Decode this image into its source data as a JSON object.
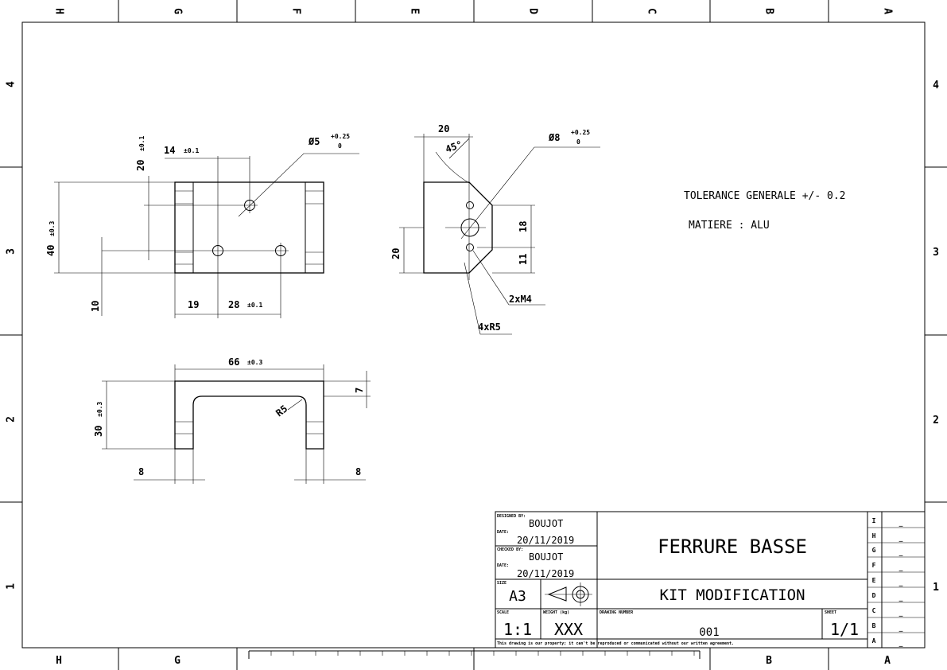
{
  "border": {
    "columns": [
      "H",
      "G",
      "F",
      "E",
      "D",
      "C",
      "B",
      "A"
    ],
    "rows": [
      "4",
      "3",
      "2",
      "1"
    ]
  },
  "notes": {
    "tolerance": "TOLERANCE GENERALE  +/- 0.2",
    "material": "MATIERE : ALU"
  },
  "views": {
    "top": {
      "d_14": "14",
      "d_14_tol": "±0.1",
      "d_20": "20",
      "d_20_tol": "±0.1",
      "d_40": "40",
      "d_40_tol": "±0.3",
      "d_10": "10",
      "d_19": "19",
      "d_28": "28",
      "d_28_tol": "±0.1",
      "hole": "Ø5",
      "hole_tol_up": "+0.25",
      "hole_tol_low": "0"
    },
    "side": {
      "d_20_top": "20",
      "angle": "45°",
      "hole": "Ø8",
      "hole_tol_up": "+0.25",
      "hole_tol_low": "0",
      "d_18": "18",
      "d_11": "11",
      "d_20_left": "20",
      "thread": "2xM4",
      "radius": "4xR5"
    },
    "front": {
      "d_66": "66",
      "d_66_tol": "±0.3",
      "d_30": "30",
      "d_30_tol": "±0.3",
      "d_7": "7",
      "radius": "R5",
      "d_8_left": "8",
      "d_8_right": "8"
    }
  },
  "title_block": {
    "designed_by_label": "DESIGNED BY:",
    "designed_by": "BOUJOT",
    "date_label_1": "DATE:",
    "date_1": "20/11/2019",
    "checked_by_label": "CHECKED BY:",
    "checked_by": "BOUJOT",
    "date_label_2": "DATE:",
    "date_2": "20/11/2019",
    "title": "FERRURE BASSE",
    "size_label": "SIZE",
    "size": "A3",
    "subtitle": "KIT MODIFICATION",
    "scale_label": "SCALE",
    "scale": "1:1",
    "weight_label": "WEIGHT (kg)",
    "weight": "XXX",
    "drawing_number_label": "DRAWING NUMBER",
    "drawing_number": "001",
    "sheet_label": "SHEET",
    "sheet": "1/1",
    "disclaimer": "This drawing is our property; it can't be reproduced or communicated without our written agreement.",
    "revisions": [
      {
        "letter": "I",
        "value": "_"
      },
      {
        "letter": "H",
        "value": "_"
      },
      {
        "letter": "G",
        "value": "_"
      },
      {
        "letter": "F",
        "value": "_"
      },
      {
        "letter": "E",
        "value": "_"
      },
      {
        "letter": "D",
        "value": "_"
      },
      {
        "letter": "C",
        "value": "_"
      },
      {
        "letter": "B",
        "value": "_"
      },
      {
        "letter": "A",
        "value": "_"
      }
    ]
  }
}
